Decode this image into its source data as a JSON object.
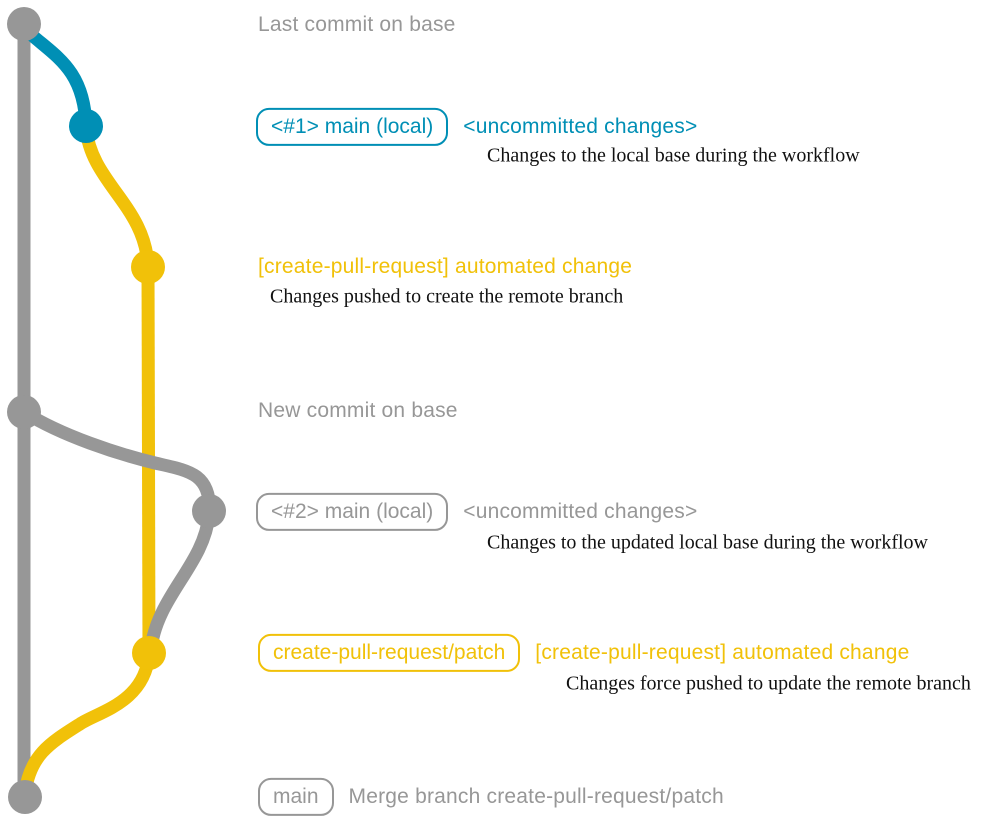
{
  "colors": {
    "gray": "#979797",
    "blue": "#008fb5",
    "yellow": "#f1c109",
    "ink": "#111111"
  },
  "rows": [
    {
      "message": "Last commit on base",
      "tone": "gray"
    },
    {
      "badge": "<#1> main (local)",
      "message": "<uncommitted changes>",
      "description": "Changes to the local base during the workflow",
      "tone": "blue"
    },
    {
      "message": "[create-pull-request] automated change",
      "description": "Changes pushed to create the remote branch",
      "tone": "yellow"
    },
    {
      "message": "New commit on base",
      "tone": "gray"
    },
    {
      "badge": "<#2> main (local)",
      "message": "<uncommitted changes>",
      "description": "Changes to the updated local base during the workflow",
      "tone": "gray"
    },
    {
      "badge": "create-pull-request/patch",
      "message": "[create-pull-request] automated change",
      "description": "Changes force pushed to update the remote branch",
      "tone": "yellow"
    },
    {
      "badge": "main",
      "message": "Merge branch create-pull-request/patch",
      "tone": "gray"
    }
  ]
}
